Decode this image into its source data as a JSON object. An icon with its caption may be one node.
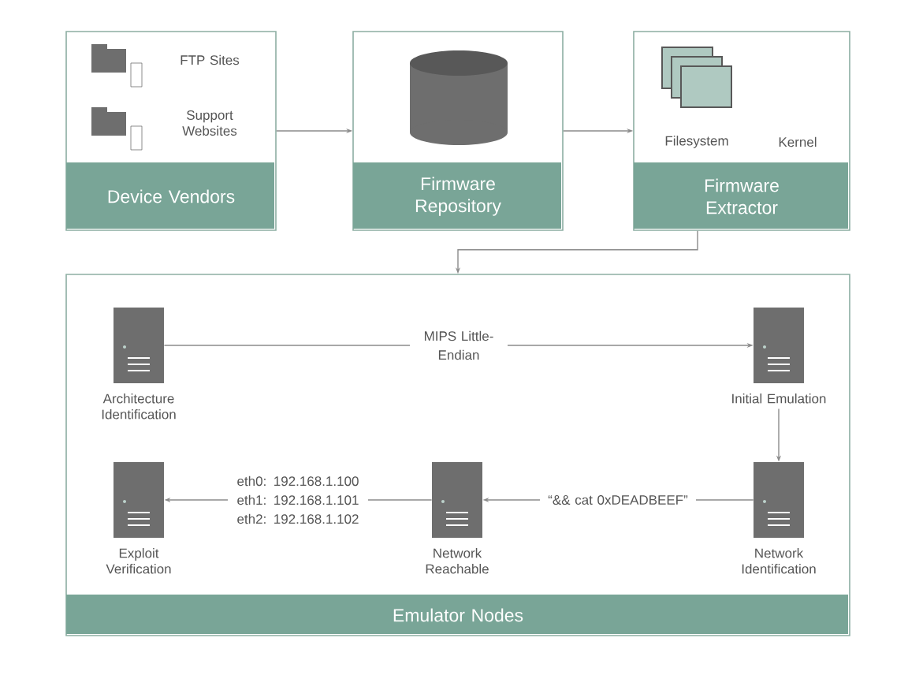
{
  "diagram": {
    "nodes": [
      {
        "text": [
          "Device Vendors"
        ]
      },
      {
        "text": [
          "Firmware Repository"
        ]
      },
      {
        "text": [
          "Firmware Extractor"
        ]
      },
      {
        "text": [
          "Emulator Nodes"
        ]
      },
      {
        "text": [
          "Architecture Identification"
        ],
        "in": 3
      },
      {
        "text": [
          "Initial Emulation"
        ],
        "in": 3
      },
      {
        "text": [
          "Exploit Verification"
        ],
        "in": 3
      },
      {
        "text": [
          "Network Reachable"
        ],
        "in": 3
      },
      {
        "text": [
          "Network Identification"
        ],
        "in": 3
      }
    ],
    "edges": [
      {
        "from": 0,
        "to": 1,
        "arrow": "to"
      },
      {
        "from": 1,
        "to": 2,
        "arrow": "to"
      },
      {
        "from": 2,
        "to": 3,
        "arrow": "to"
      },
      {
        "from": 4,
        "to": 5,
        "arrow": "to",
        "label": "MIPS Little-Endian"
      },
      {
        "from": 5,
        "to": 8,
        "arrow": "to"
      },
      {
        "from": 8,
        "to": 7,
        "arrow": "to",
        "label": "“&& cat 0xDEADBEEF”"
      },
      {
        "from": 7,
        "to": 6,
        "arrow": "to",
        "label": "eth0: 192.168.1.100 eth1: 192.168.1.101 eth2: 192.168.1.102"
      }
    ],
    "labels": [
      "FTP Sites",
      "Support Websites",
      "Filesystem",
      "Kernel"
    ]
  }
}
